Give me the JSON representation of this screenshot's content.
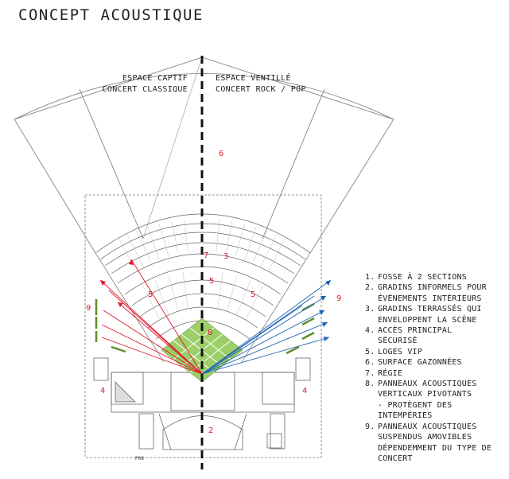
{
  "title": "CONCEPT ACOUSTIQUE",
  "left_zone": {
    "line1": "ESPACE CAPTIF",
    "line2": "CONCERT CLASSIQUE"
  },
  "right_zone": {
    "line1": "ESPACE VENTILLÉ",
    "line2": "CONCERT ROCK / POP"
  },
  "plan_markers": {
    "m6": "6",
    "m3": "3",
    "m7": "7",
    "m5a": "5",
    "m5b": "5",
    "m5c": "5",
    "m8": "8",
    "m9a": "9",
    "m9b": "9",
    "m4a": "4",
    "m4b": "4",
    "m2": "2"
  },
  "plan_code": "P08",
  "legend": [
    {
      "num": "1.",
      "text": "FOSSE À 2 SECTIONS"
    },
    {
      "num": "2.",
      "text": "GRADINS INFORMELS POUR\nÉVÉNEMENTS INTÉRIEURS"
    },
    {
      "num": "3.",
      "text": "GRADINS TERRASSÉS QUI\nENVELOPPENT LA SCÈNE"
    },
    {
      "num": "4.",
      "text": "ACCÈS PRINCIPAL\nSÉCURISÉ"
    },
    {
      "num": "5.",
      "text": "LOGES VIP"
    },
    {
      "num": "6.",
      "text": "SURFACE GAZONNÉES"
    },
    {
      "num": "7.",
      "text": "RÉGIE"
    },
    {
      "num": "8.",
      "text": "PANNEAUX ACOUSTIQUES\nVERTICAUX PIVOTANTS\n - PROTÈGENT DES\nINTEMPÉRIES"
    },
    {
      "num": "9.",
      "text": "PANNEAUX ACOUSTIQUES\nSUSPENDUS AMOVIBLES\nDÉPENDEMMENT DU TYPE DE\nCONCERT"
    }
  ],
  "colors": {
    "accent_red": "#e0162b",
    "accent_blue": "#1f63b4",
    "lawn_green": "#9ccf68",
    "panel_green": "#5f8d2a",
    "line": "#555555"
  }
}
